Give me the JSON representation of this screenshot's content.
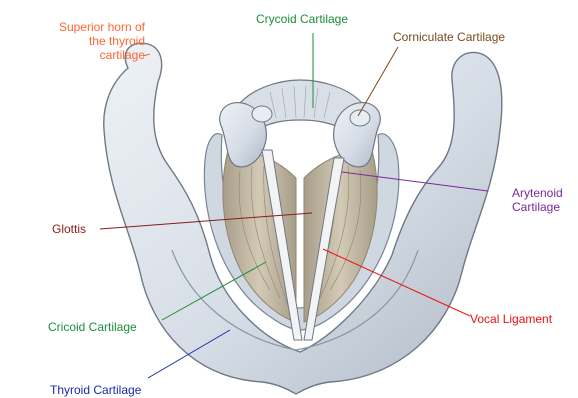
{
  "labels": {
    "superior_horn": {
      "line1": "Superior horn of",
      "line2": "the thyroid",
      "line3": "cartilage",
      "color": "#ff6633"
    },
    "crycoid": {
      "text": "Crycoid Cartilage",
      "color": "#1a8f3a"
    },
    "corniculate": {
      "text": "Corniculate Cartilage",
      "color": "#7a4a1e"
    },
    "arytenoid": {
      "line1": "Arytenoid",
      "line2": "Cartilage",
      "color": "#7a2a9c"
    },
    "glottis": {
      "text": "Glottis",
      "color": "#8b1a1a"
    },
    "cricoid": {
      "text": "Cricoid Cartilage",
      "color": "#1a8f3a"
    },
    "vocal_ligament": {
      "text": "Vocal Ligament",
      "color": "#ee1111"
    },
    "thyroid": {
      "text": "Thyroid Cartilage",
      "color": "#1a2aaa"
    }
  },
  "colors": {
    "cartilage_fill": "#dfe5ec",
    "cartilage_shadow": "#aab3bf",
    "cartilage_outline": "#6f7886",
    "muscle_fill": "#c9c0ab",
    "muscle_shadow": "#9c927d",
    "ligament_fill": "#f2f3f5"
  }
}
